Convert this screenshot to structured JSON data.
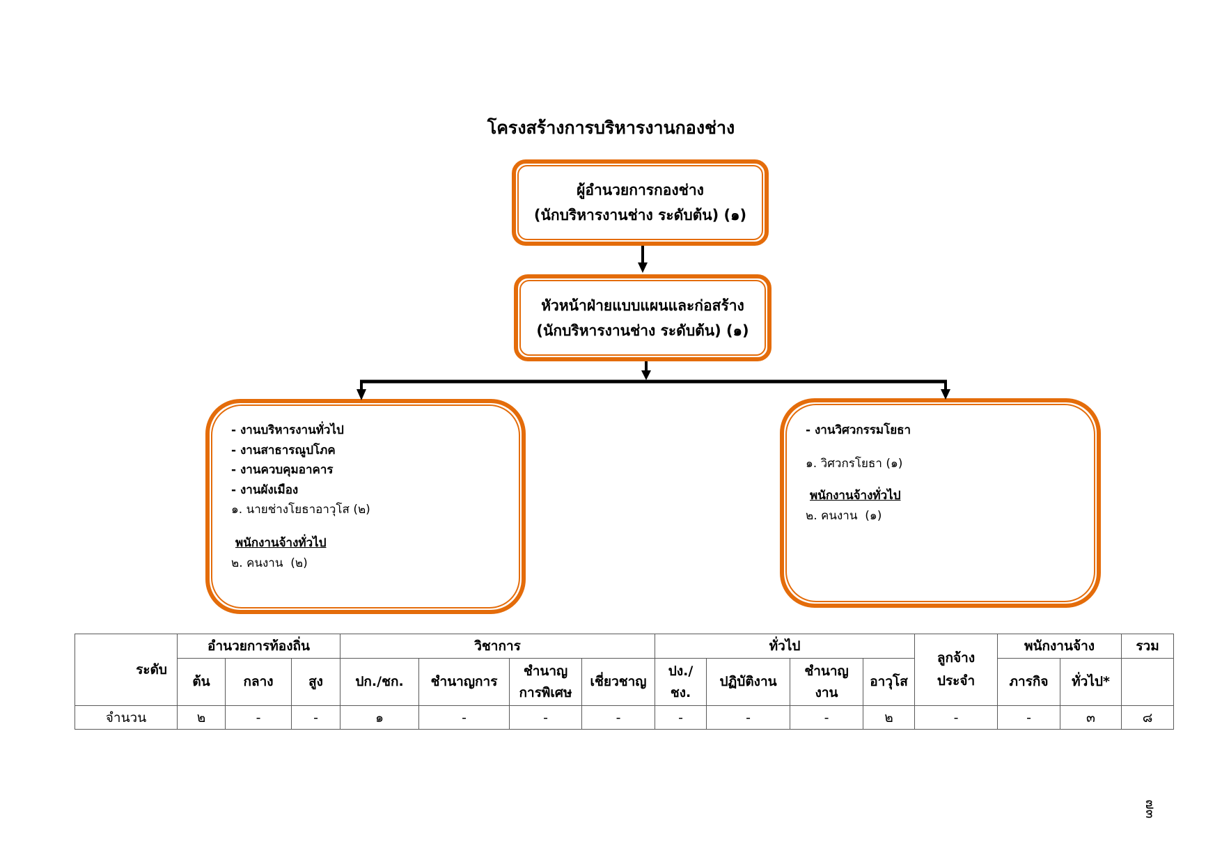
{
  "title": "โครงสร้างการบริหารงานกองช่าง",
  "director_box": {
    "line1": "ผู้อำนวยการกองช่าง",
    "line2": "(นักบริหารงานช่าง ระดับต้น) (๑)"
  },
  "section_head_box": {
    "line1": "หัวหน้าฝ่ายแบบแผนและก่อสร้าง",
    "line2": "(นักบริหารงานช่าง ระดับต้น) (๑)"
  },
  "left_unit": {
    "tasks": [
      "- งานบริหารงานทั่วไป",
      "- งานสาธารณูปโภค",
      "- งานควบคุมอาคาร",
      "- งานผังเมือง"
    ],
    "staff": [
      "๑. นายช่างโยธาอาวุโส (๒)"
    ],
    "contract_heading": "พนักงานจ้างทั่วไป",
    "contract_staff": [
      "๒. คนงาน  (๒)"
    ]
  },
  "right_unit": {
    "tasks": [
      "- งานวิศวกรรมโยธา"
    ],
    "staff": [
      "๑. วิศวกรโยธา (๑)"
    ],
    "contract_heading": "พนักงานจ้างทั่วไป",
    "contract_staff": [
      "๒. คนงาน  (๑)"
    ]
  },
  "table": {
    "level_label": "ระดับ",
    "groups": [
      "อำนวยการท้องถิ่น",
      "วิชาการ",
      "ทั่วไป",
      "ลูกจ้าง\nประจำ",
      "พนักงานจ้าง",
      "รวม"
    ],
    "subheaders": [
      "ต้น",
      "กลาง",
      "สูง",
      "ปก./ชก.",
      "ชำนาญการ",
      "ชำนาญ\nการพิเศษ",
      "เชี่ยวชาญ",
      "ปง./\nชง.",
      "ปฏิบัติงาน",
      "ชำนาญ\nงาน",
      "อาวุโส",
      "ภารกิจ",
      "ทั่วไป*"
    ],
    "count_label": "จำนวน",
    "counts": [
      "๒",
      "-",
      "-",
      "๑",
      "-",
      "-",
      "-",
      "-",
      "-",
      "-",
      "๒",
      "-",
      "-",
      "๓",
      "๘"
    ]
  },
  "page_number": "๗๓",
  "colors": {
    "box_border": "#E46C0A",
    "connector": "#000000",
    "table_border": "#595959"
  }
}
